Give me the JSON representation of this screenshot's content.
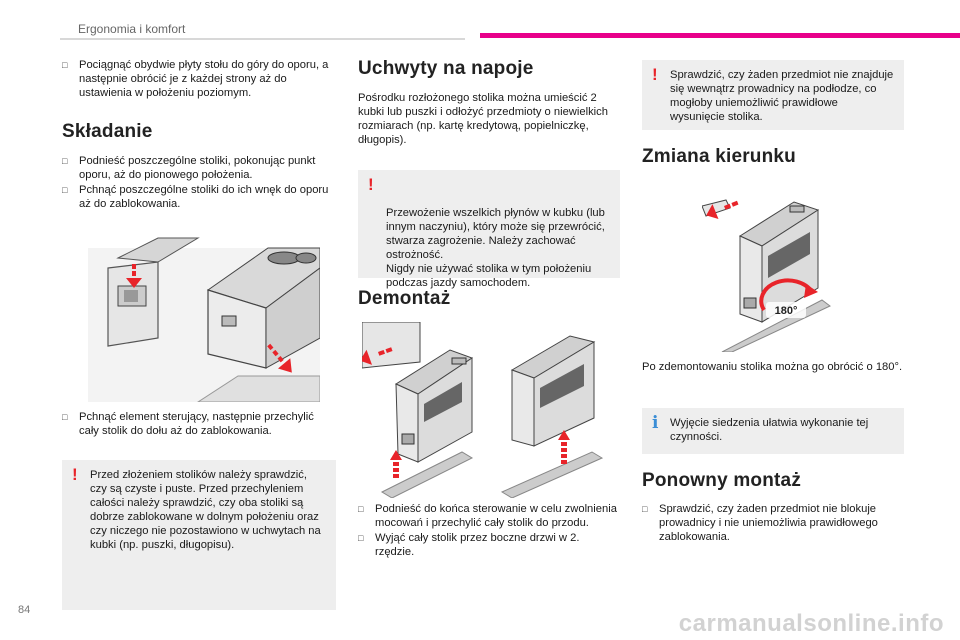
{
  "header": {
    "section": "Ergonomia i komfort"
  },
  "page_number": "84",
  "watermark": "carmanualsonline.info",
  "col1": {
    "intro_bullet": "Pociągnąć obydwie płyty stołu do góry do oporu, a następnie obrócić je z każdej strony aż do ustawienia w położeniu poziomym.",
    "folding_title": "Składanie",
    "folding_bullets": [
      "Podnieść poszczególne stoliki, pokonując punkt oporu, aż do pionowego położenia.",
      "Pchnąć poszczególne stoliki do ich wnęk do oporu aż do zablokowania."
    ],
    "bullet_after_image": "Pchnąć element sterujący, następnie przechylić cały stolik do dołu aż do zablokowania.",
    "warning": "Przed złożeniem stolików należy sprawdzić, czy są czyste i puste. Przed przechyleniem całości należy sprawdzić, czy oba stoliki są dobrze zablokowane w dolnym położeniu oraz czy niczego nie pozostawiono w uchwytach na kubki (np. puszki, długopisu)."
  },
  "col2": {
    "cupholders_title": "Uchwyty na napoje",
    "cupholders_text": "Pośrodku rozłożonego stolika można umieścić 2 kubki lub puszki i odłożyć przedmioty o niewielkich rozmiarach (np. kartę kredytową, popielniczkę, długopis).",
    "warning": "Przewożenie wszelkich płynów w kubku (lub innym naczyniu), który może się przewrócić, stwarza zagrożenie. Należy zachować ostrożność.\nNigdy nie używać stolika w tym położeniu podczas jazdy samochodem.",
    "removal_title": "Demontaż",
    "removal_bullets": [
      "Podnieść do końca sterowanie w celu zwolnienia mocowań i przechylić cały stolik do przodu.",
      "Wyjąć cały stolik przez boczne drzwi w 2. rzędzie."
    ]
  },
  "col3": {
    "warning": "Sprawdzić, czy żaden przedmiot nie znajduje się wewnątrz prowadnicy na podłodze, co mogłoby uniemożliwić prawidłowe wysunięcie stolika.",
    "direction_title": "Zmiana kierunku",
    "rotation_label": "180°",
    "direction_text": "Po zdemontowaniu stolika można go obrócić o 180°.",
    "info": "Wyjęcie siedzenia ułatwia wykonanie tej czynności.",
    "refit_title": "Ponowny montaż",
    "refit_bullet": "Sprawdzić, czy żaden przedmiot nie blokuje prowadnicy i nie uniemożliwia prawidłowego zablokowania."
  },
  "icons": {
    "bullet": "square-bullet-icon",
    "warning": "exclamation-icon",
    "info": "info-icon"
  },
  "colors": {
    "accent": "#e8008a",
    "warning": "#e8242a",
    "info": "#3b8ed6",
    "box_bg": "#eeeeee"
  }
}
